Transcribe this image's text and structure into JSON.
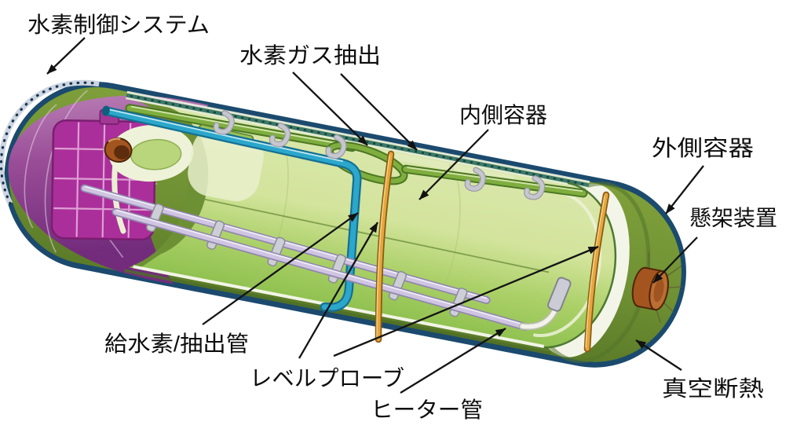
{
  "diagram": {
    "kind": "cutaway-illustration",
    "labels": [
      {
        "id": "hydrogen-control-system",
        "text": "水素制御システム"
      },
      {
        "id": "hydrogen-gas-extraction",
        "text": "水素ガス抽出"
      },
      {
        "id": "inner-vessel",
        "text": "内側容器"
      },
      {
        "id": "outer-vessel",
        "text": "外側容器"
      },
      {
        "id": "suspension-device",
        "text": "懸架装置"
      },
      {
        "id": "hydrogen-supply-extraction-pipe",
        "text": "給水素/抽出管"
      },
      {
        "id": "level-probe",
        "text": "レベルプローブ"
      },
      {
        "id": "heater-pipe",
        "text": "ヒーター管"
      },
      {
        "id": "vacuum-insulation",
        "text": "真空断熱"
      }
    ],
    "colors": {
      "background": "#ffffff",
      "outline_navy": "#1b4a6e",
      "outer_vessel_olive": "#6f9033",
      "inner_vessel_light_green": "#d6e49e",
      "inner_vessel_deep_green": "#8fc14f",
      "end_cap_purple": "#9a4d97",
      "grid_panel_magenta": "#ab2f9b",
      "supply_pipe_cyan": "#2ba7cb",
      "extraction_pipe_green": "#7fae3f",
      "level_probe_orange": "#e5a63d",
      "heater_pipe_lavender": "#cfc5e2",
      "suspension_brown": "#a4551f",
      "vacuum_gap_white": "#f3f5e9",
      "label_text": "#0d0d0d"
    }
  }
}
